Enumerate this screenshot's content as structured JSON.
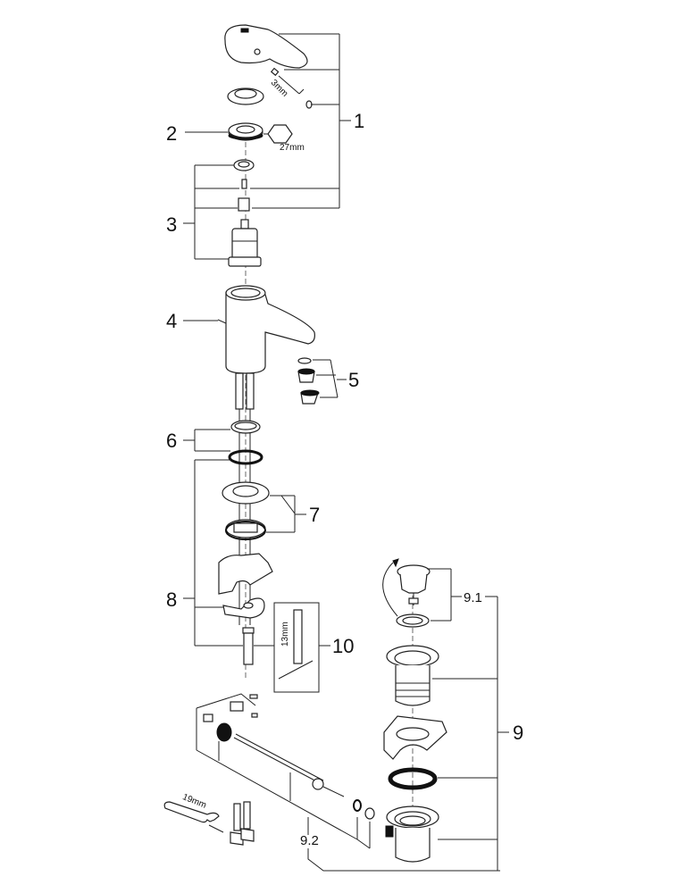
{
  "diagram": {
    "type": "exploded-parts-diagram",
    "subject": "Single-lever basin mixer with pop-up waste",
    "part_labels": [
      {
        "id": "1",
        "text": "1"
      },
      {
        "id": "2",
        "text": "2"
      },
      {
        "id": "3",
        "text": "3"
      },
      {
        "id": "4",
        "text": "4"
      },
      {
        "id": "5",
        "text": "5"
      },
      {
        "id": "6",
        "text": "6"
      },
      {
        "id": "7",
        "text": "7"
      },
      {
        "id": "8",
        "text": "8"
      },
      {
        "id": "9",
        "text": "9"
      },
      {
        "id": "9.1",
        "text": "9.1"
      },
      {
        "id": "9.2",
        "text": "9.2"
      },
      {
        "id": "10",
        "text": "10"
      }
    ],
    "dimension_labels": {
      "hex_key": "3mm",
      "nut": "27mm",
      "socket_tool": "13mm",
      "wrench": "19mm"
    }
  }
}
